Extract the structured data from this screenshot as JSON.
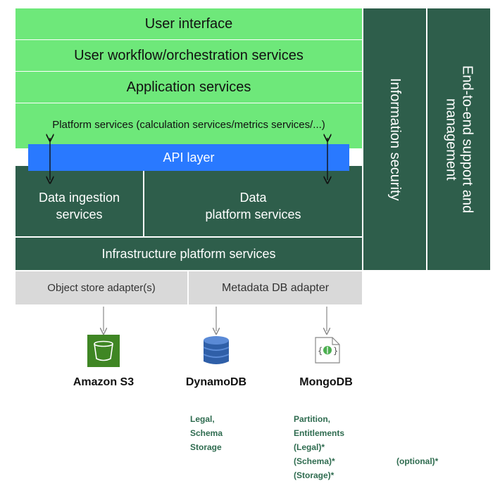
{
  "layers": {
    "user_interface": "User interface",
    "user_workflow": "User workflow/orchestration services",
    "application_services": "Application services",
    "platform_services": "Platform services (calculation services/metrics services/...)",
    "api_layer": "API layer",
    "data_ingestion": [
      "Data ingestion",
      "services"
    ],
    "data_platform": [
      "Data",
      "platform services"
    ],
    "infrastructure": "Infrastructure platform services",
    "object_store_adapter": "Object store adapter(s)",
    "metadata_db_adapter": "Metadata DB adapter"
  },
  "side_columns": {
    "information_security": "Information security",
    "end_to_end": [
      "End-to-end support and",
      "management"
    ]
  },
  "stores": [
    {
      "name": "Amazon S3",
      "icon": "amazon-s3-bucket-icon"
    },
    {
      "name": "DynamoDB",
      "icon": "dynamodb-icon"
    },
    {
      "name": "MongoDB",
      "icon": "mongodb-icon"
    }
  ],
  "notes": {
    "dynamodb": [
      "Legal,",
      "Schema",
      "Storage"
    ],
    "mongodb": [
      "Partition,",
      "Entitlements",
      "(Legal)*",
      "(Schema)*",
      "(Storage)*"
    ],
    "optional": "(optional)*"
  },
  "colors": {
    "light_green": "#6ee87a",
    "dark_green": "#2e5e4b",
    "api_blue": "#2979ff",
    "adapter_gray": "#d9d9d9",
    "note_text": "#2e6b4f"
  }
}
